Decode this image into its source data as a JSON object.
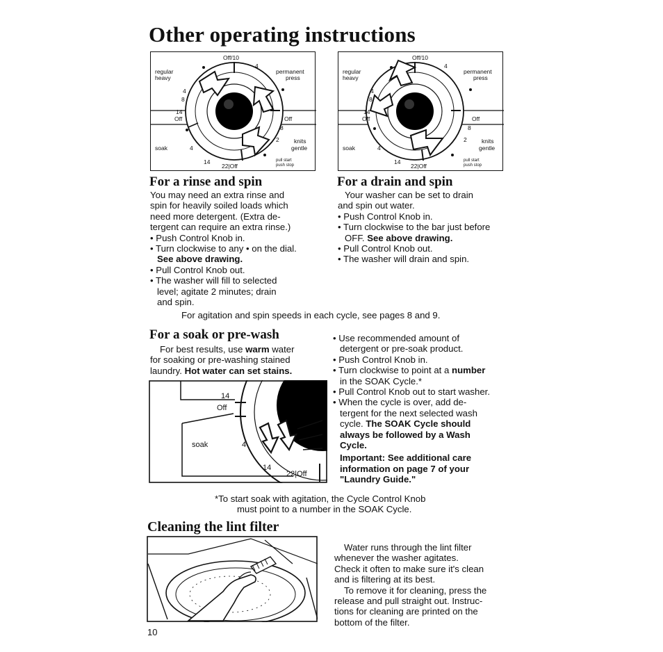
{
  "page": {
    "title": "Other operating instructions",
    "page_number": "10"
  },
  "dial": {
    "off_10": "Off/10",
    "num_4_top": "4",
    "regular": "regular",
    "heavy": "heavy",
    "permanent": "permanent",
    "press": "press",
    "num_4_left": "4",
    "num_8_left": "8",
    "num_14_left": "14",
    "off_left": "Off",
    "off_right": "Off",
    "num_8_right": "8",
    "soak": "soak",
    "num_4_soak": "4",
    "num_2": "2",
    "knits": "knits",
    "gentle": "gentle",
    "num_14_bottom": "14",
    "num_22_off": "22|Off",
    "pull_start": "pull start",
    "push_stop": "push stop"
  },
  "rinse": {
    "heading": "For a rinse and spin",
    "lines": [
      "You may need an extra rinse and",
      "spin for heavily soiled loads which",
      "need more detergent. (Extra de-",
      "tergent can require an extra rinse.)"
    ],
    "b1": "• Push Control Knob in.",
    "b2": "• Turn clockwise to any • on the dial.",
    "b2_cont": "See above drawing.",
    "b3": "• Pull Control Knob out.",
    "b4": "• The washer will fill to selected",
    "b4_l2": "level; agitate 2 minutes; drain",
    "b4_l3": "and spin."
  },
  "drain": {
    "heading": "For a drain and spin",
    "l1": "Your washer can be set to drain",
    "l2": "and spin out water.",
    "b1": "• Push Control Knob in.",
    "b2": "• Turn clockwise to the bar just before",
    "b2_cont_a": "OFF.",
    "b2_cont_b": "See above drawing.",
    "b3": "• Pull Control Knob out.",
    "b4": "• The washer will drain and spin."
  },
  "speeds_note": "For agitation and spin speeds in each cycle, see pages 8 and 9.",
  "soak": {
    "heading": "For a soak or pre-wash",
    "l1a": "For best results, use ",
    "l1b": "warm",
    "l1c": " water",
    "l2": "for soaking or pre-washing stained",
    "l3a": "laundry. ",
    "l3b": "Hot water can set stains.",
    "fig": {
      "num_14": "14",
      "off": "Off",
      "soak": "soak",
      "num_4": "4",
      "num_14b": "14",
      "num_22_off": "22|Off"
    },
    "r1": "• Use recommended amount of",
    "r1b": "detergent or pre-soak product.",
    "r2": "• Push Control Knob in.",
    "r3a": "• Turn clockwise to point at a ",
    "r3b": "number",
    "r3c": "in the SOAK Cycle.*",
    "r4": "• Pull Control Knob out to start washer.",
    "r5": "• When the cycle is over, add de-",
    "r5b": "tergent for the next selected wash",
    "r5c": "cycle. ",
    "r5d": "The SOAK Cycle should",
    "r5e": "always be followed by a Wash",
    "r5f": "Cycle.",
    "imp1": "Important: See additional care",
    "imp2": "information on page 7 of your",
    "imp3": "\"Laundry Guide.\"",
    "foot1": "*To start soak with agitation, the Cycle Control Knob",
    "foot2": "must point to a number in the SOAK Cycle."
  },
  "lint": {
    "heading": "Cleaning the lint filter",
    "lines": [
      "Water runs through the lint filter",
      "whenever the washer agitates.",
      "Check it often to make sure it's clean",
      "and is filtering at its best.",
      "To remove it for cleaning, press the",
      "release and pull straight out. Instruc-",
      "tions for cleaning are printed on the",
      "bottom of the filter."
    ]
  }
}
